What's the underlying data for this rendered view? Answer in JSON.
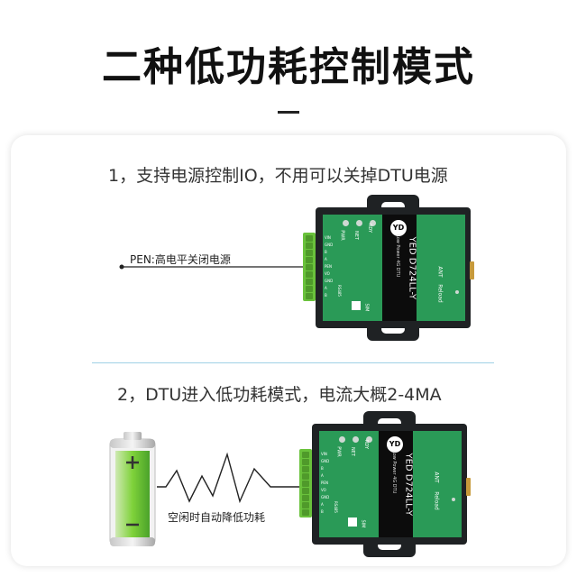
{
  "title": "二种低功耗控制模式",
  "step1": {
    "text": "1，支持电源控制IO，不用可以关掉DTU电源",
    "wire_label": "PEN:高电平关闭电源"
  },
  "step2": {
    "text": "2，DTU进入低功耗模式，电流大概2-4MA",
    "wire_label": "空闲时自动降低功耗"
  },
  "device": {
    "model": "YED D724LL-Y",
    "subtitle": "Low Power 4G DTU",
    "leds": [
      "PWR",
      "NET",
      "RDY"
    ],
    "sim": "SIM",
    "ant": "ANT",
    "reload": "Reload",
    "pins": [
      "VIN",
      "GND",
      "B",
      "A",
      "PEN",
      "VO",
      "GND",
      "A",
      "B"
    ],
    "rs485": "RS485"
  },
  "colors": {
    "device_green": "#2a9a57",
    "terminal_green": "#6ac23c",
    "battery_green": "#7fd23a"
  }
}
